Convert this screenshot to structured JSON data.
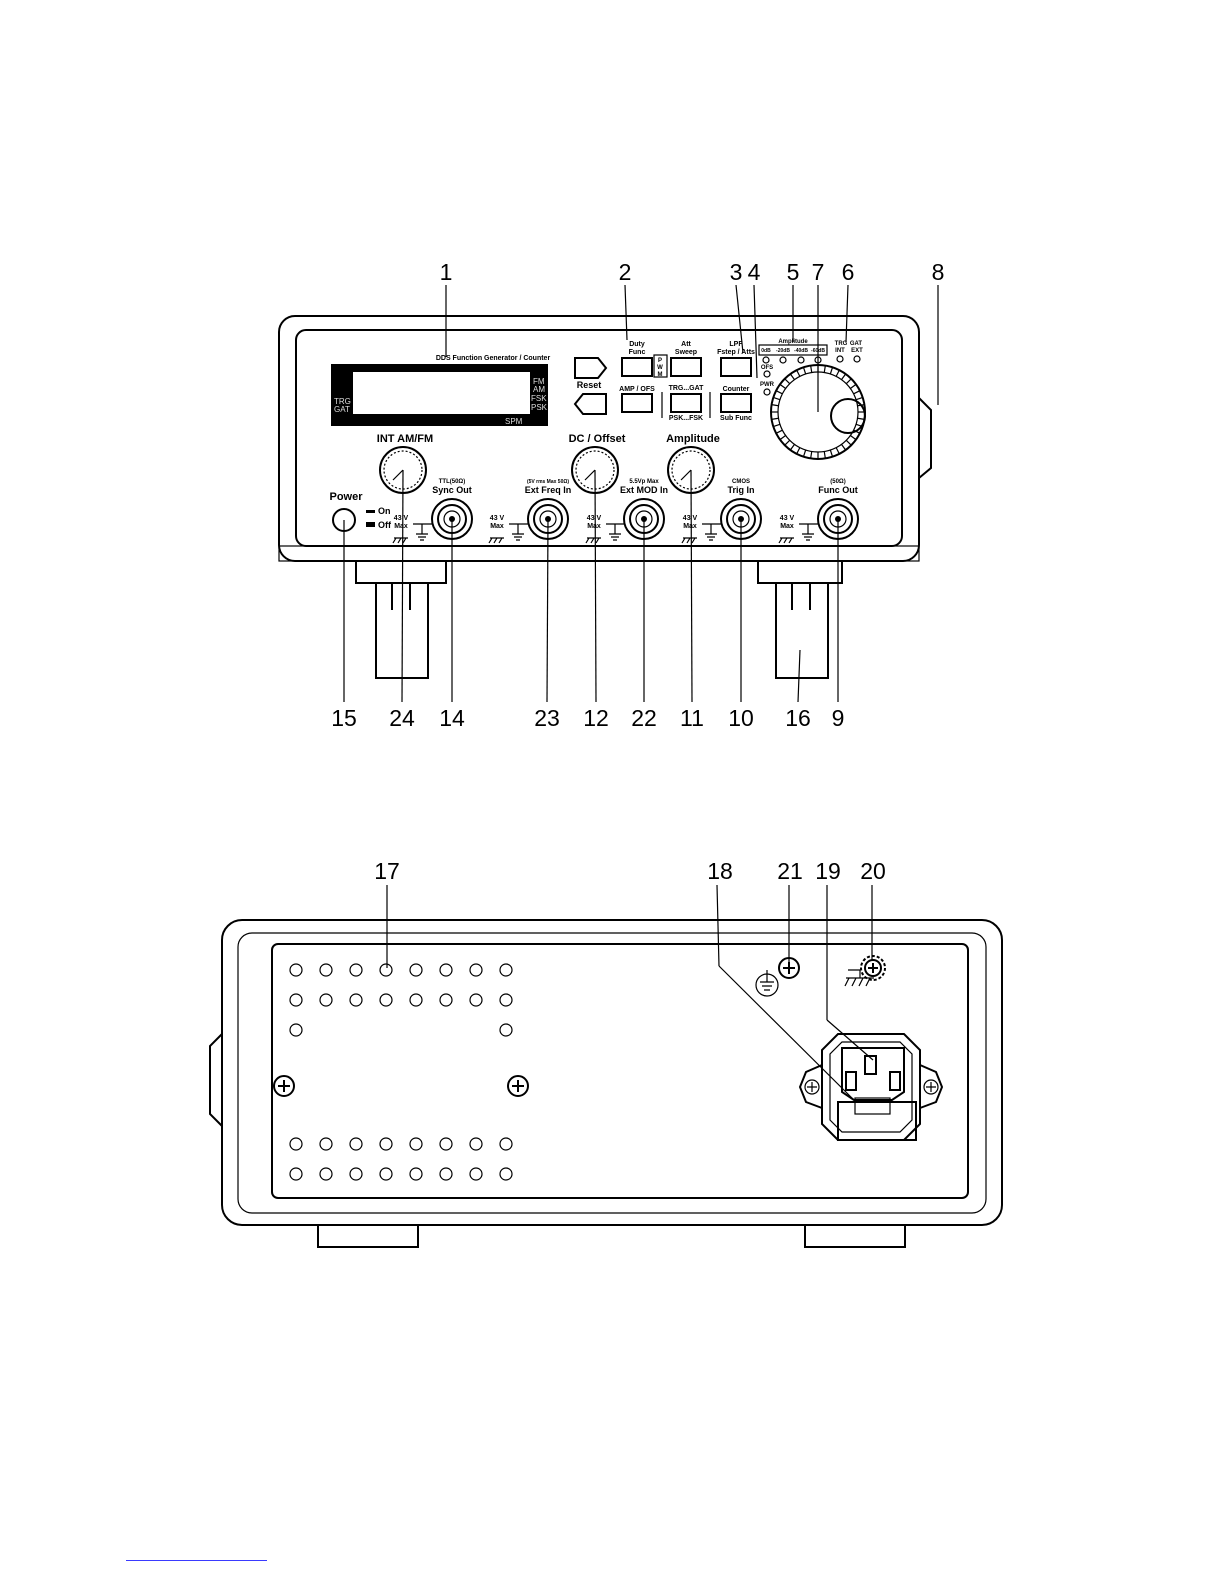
{
  "front_panel": {
    "brand_title": "DDS Function Generator / Counter",
    "lcd": {
      "left_top": "TRG",
      "left_bottom": "GAT",
      "right": [
        "FM",
        "AM",
        "FSK",
        "PSK"
      ],
      "bottom": "SPM"
    },
    "buttons": {
      "reset": "Reset",
      "duty_top": "Duty",
      "duty_bottom": "Func",
      "pwm_vertical": [
        "P",
        "W",
        "M"
      ],
      "att_top": "Att",
      "att_bottom": "Sweep",
      "lpf_top": "LPF",
      "lpf_bottom": "Fstep / Atts",
      "amp_ofs": "AMP / OFS",
      "trg_gat": "TRG...GAT",
      "psk_fsk": "PSK...FSK",
      "counter_top": "Counter",
      "counter_bottom": "Sub Func"
    },
    "leds": {
      "amplitude_header": "Amplitude",
      "amplitude_steps": [
        "0dB",
        "-20dB",
        "-40dB",
        "-60dB"
      ],
      "ofs": "OFS",
      "pwr": "PWR",
      "trg": "TRG",
      "gat": "GAT",
      "int": "INT",
      "ext": "EXT"
    },
    "knobs": {
      "int_am_fm": "INT AM/FM",
      "dc_offset": "DC / Offset",
      "amplitude": "Amplitude"
    },
    "power": {
      "label": "Power",
      "on": "On",
      "off": "Off"
    },
    "connectors": {
      "sync_out_note": "TTL(50Ω)",
      "sync_out": "Sync Out",
      "ext_freq_note": "(5V rms Max 50Ω)",
      "ext_freq": "Ext Freq In",
      "ext_mod_note": "5.5Vp Max",
      "ext_mod": "Ext MOD In",
      "trig_in_note": "CMOS",
      "trig_in": "Trig In",
      "func_out_note": "(50Ω)",
      "func_out": "Func Out",
      "max_voltage_value": "43 V",
      "max_voltage_word": "Max"
    }
  },
  "front_callouts_top": [
    "1",
    "2",
    "3",
    "4",
    "5",
    "7",
    "6",
    "8"
  ],
  "front_callouts_bottom": [
    "15",
    "24",
    "14",
    "23",
    "12",
    "22",
    "11",
    "10",
    "16",
    "9"
  ],
  "rear_callouts": [
    "17",
    "18",
    "21",
    "19",
    "20"
  ]
}
